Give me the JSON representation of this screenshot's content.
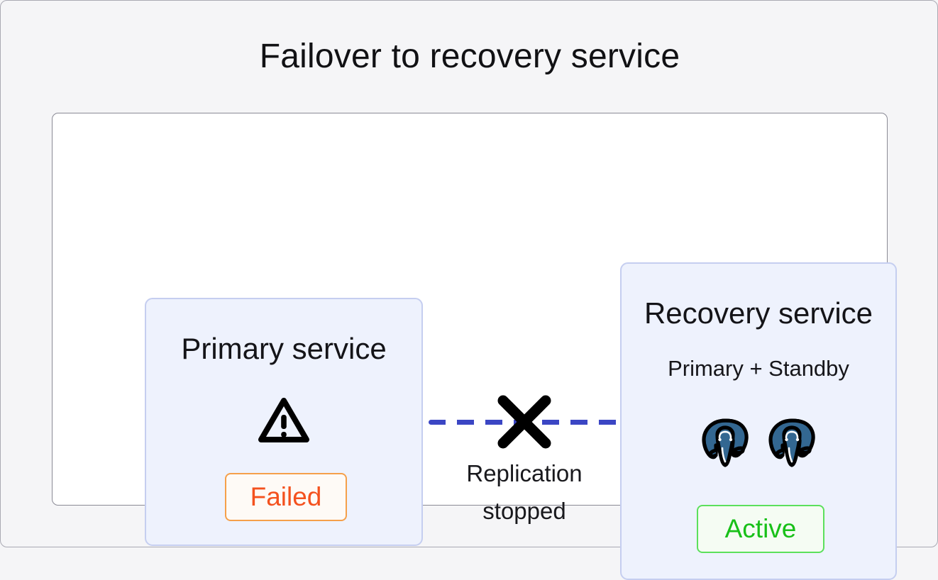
{
  "page": {
    "title": "Failover to recovery service",
    "background_color": "#f5f5f7",
    "canvas_color": "#ffffff",
    "frame_border_color": "#8a8a95"
  },
  "diagram": {
    "type": "failover-architecture",
    "primary_service": {
      "title": "Primary service",
      "icon": "warning-triangle-icon",
      "status_label": "Failed",
      "status_color": "#f4511e",
      "status_border_color": "#f5a04a",
      "box_fill": "#eef2fd",
      "box_border": "#c5cef0"
    },
    "recovery_service": {
      "title": "Recovery service",
      "subtitle": "Primary + Standby",
      "nodes": [
        {
          "icon": "postgresql-elephant-icon",
          "role": "Primary"
        },
        {
          "icon": "postgresql-elephant-icon",
          "role": "Standby"
        }
      ],
      "status_label": "Active",
      "status_color": "#18c018",
      "status_border_color": "#5ce05c",
      "box_fill": "#eef2fd",
      "box_border": "#c5cef0"
    },
    "connection": {
      "style": "dashed",
      "color": "#3b46c4",
      "break_icon": "x-cross-icon",
      "caption_line1": "Replication",
      "caption_line2": "stopped"
    }
  }
}
